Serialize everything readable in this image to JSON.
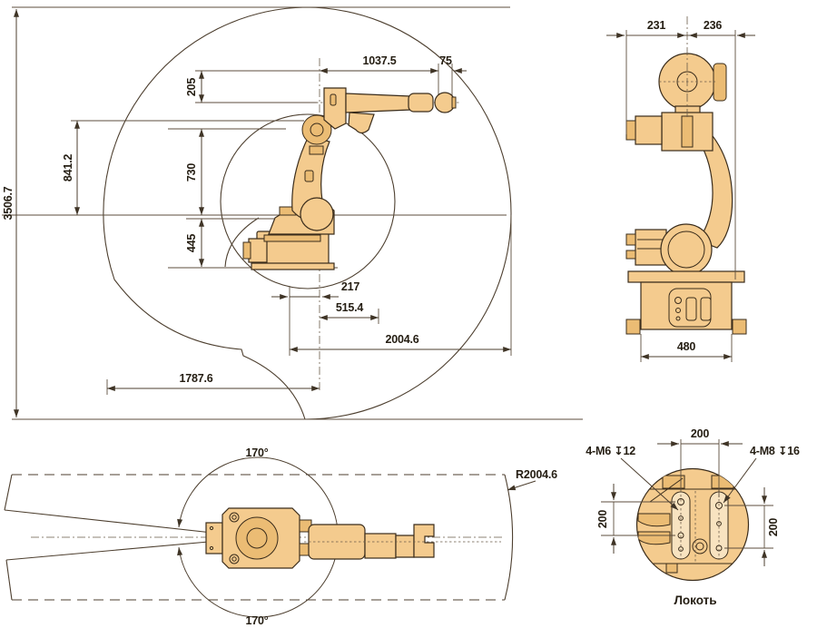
{
  "drawing_type": "industrial-robot dimensional drawing with work envelope",
  "colors": {
    "robot_fill": "#F4CB8E",
    "robot_detail_fill": "#EBBC74",
    "line": "#4d3f2f",
    "text": "#241d12"
  },
  "side": {
    "total_height": "3506.7",
    "arm_offset": "841.2",
    "wrist_offset": "205",
    "upper_arm": "730",
    "base_height": "445",
    "forearm_reach": "1037.5",
    "wrist_flange": "75",
    "base_offset": "217",
    "mid_reach": "515.4",
    "max_reach": "2004.6",
    "rear_reach": "1787.6"
  },
  "front": {
    "width_left": "231",
    "width_right": "236",
    "base_width": "480"
  },
  "top": {
    "swing_upper": "170°",
    "swing_lower": "170°",
    "reach_radius": "R2004.6"
  },
  "detail": {
    "caption": "Локоть",
    "pitch_top": "200",
    "pitch_left": "200",
    "pitch_right": "200",
    "tap_m6": "4-M6 ↧12",
    "tap_m8": "4-M8 ↧16"
  }
}
